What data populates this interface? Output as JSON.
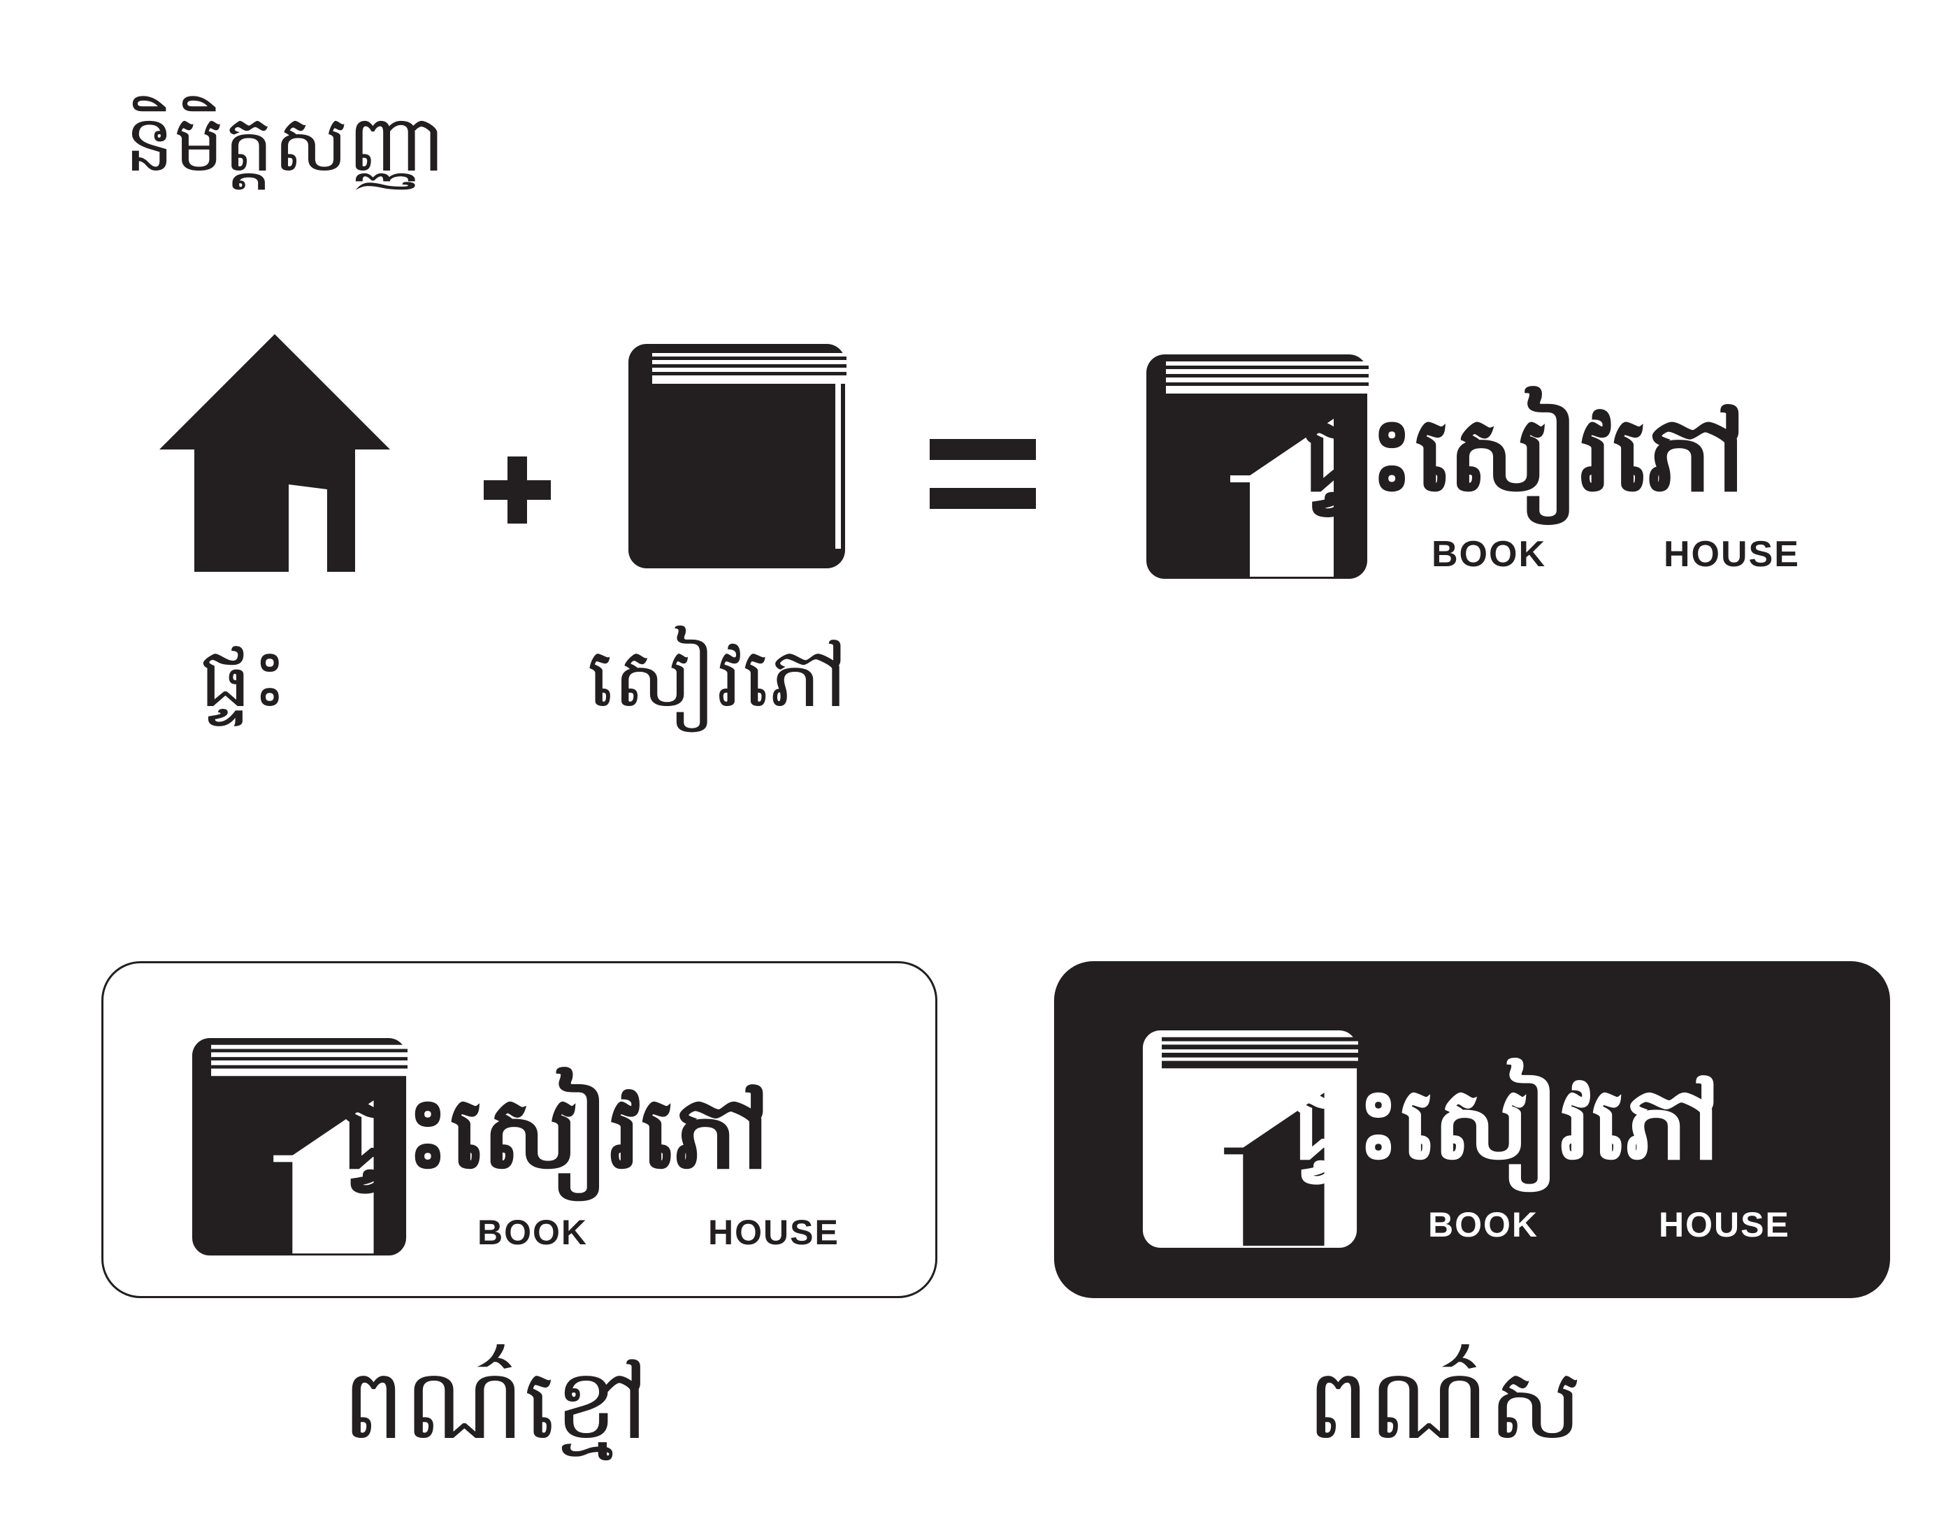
{
  "heading": "និមិត្តសញ្ញា",
  "equation": {
    "house_label": "ផ្ទះ",
    "book_label": "សៀវភៅ",
    "plus_sign": "+",
    "equals_sign": "="
  },
  "logo": {
    "khmer_name": "ផ្ទះសៀវភៅ",
    "english_left": "BOOK",
    "english_right": "HOUSE"
  },
  "variants": [
    {
      "caption": "ពណ៌ខ្មៅ",
      "background": "#ffffff",
      "foreground": "#231f20"
    },
    {
      "caption": "ពណ៌ស",
      "background": "#231f20",
      "foreground": "#ffffff"
    }
  ],
  "colors": {
    "ink": "#231f20",
    "paper": "#ffffff"
  },
  "icons": [
    "house-icon",
    "plus-icon",
    "book-icon",
    "equals-icon"
  ]
}
